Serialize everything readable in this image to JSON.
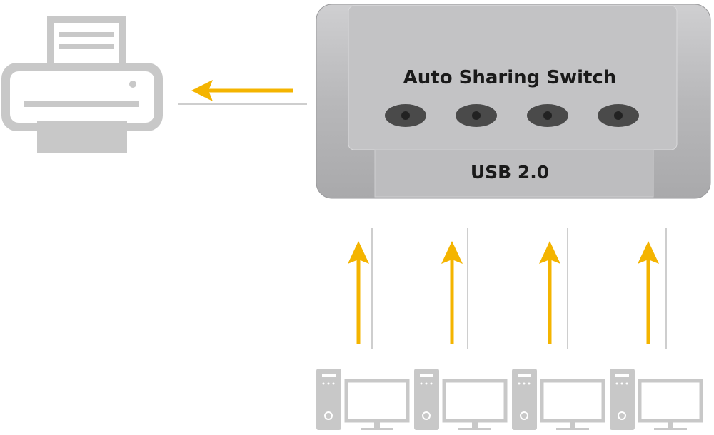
{
  "device": {
    "title": "Auto Sharing Switch",
    "subtitle": "USB 2.0",
    "port_count": 4
  },
  "computers": {
    "count": 4
  },
  "colors": {
    "arrow": "#f4b400",
    "icon_gray": "#c8c8c8",
    "device_silver": "#b9b9bb",
    "guide_line": "#bdbdbd"
  }
}
